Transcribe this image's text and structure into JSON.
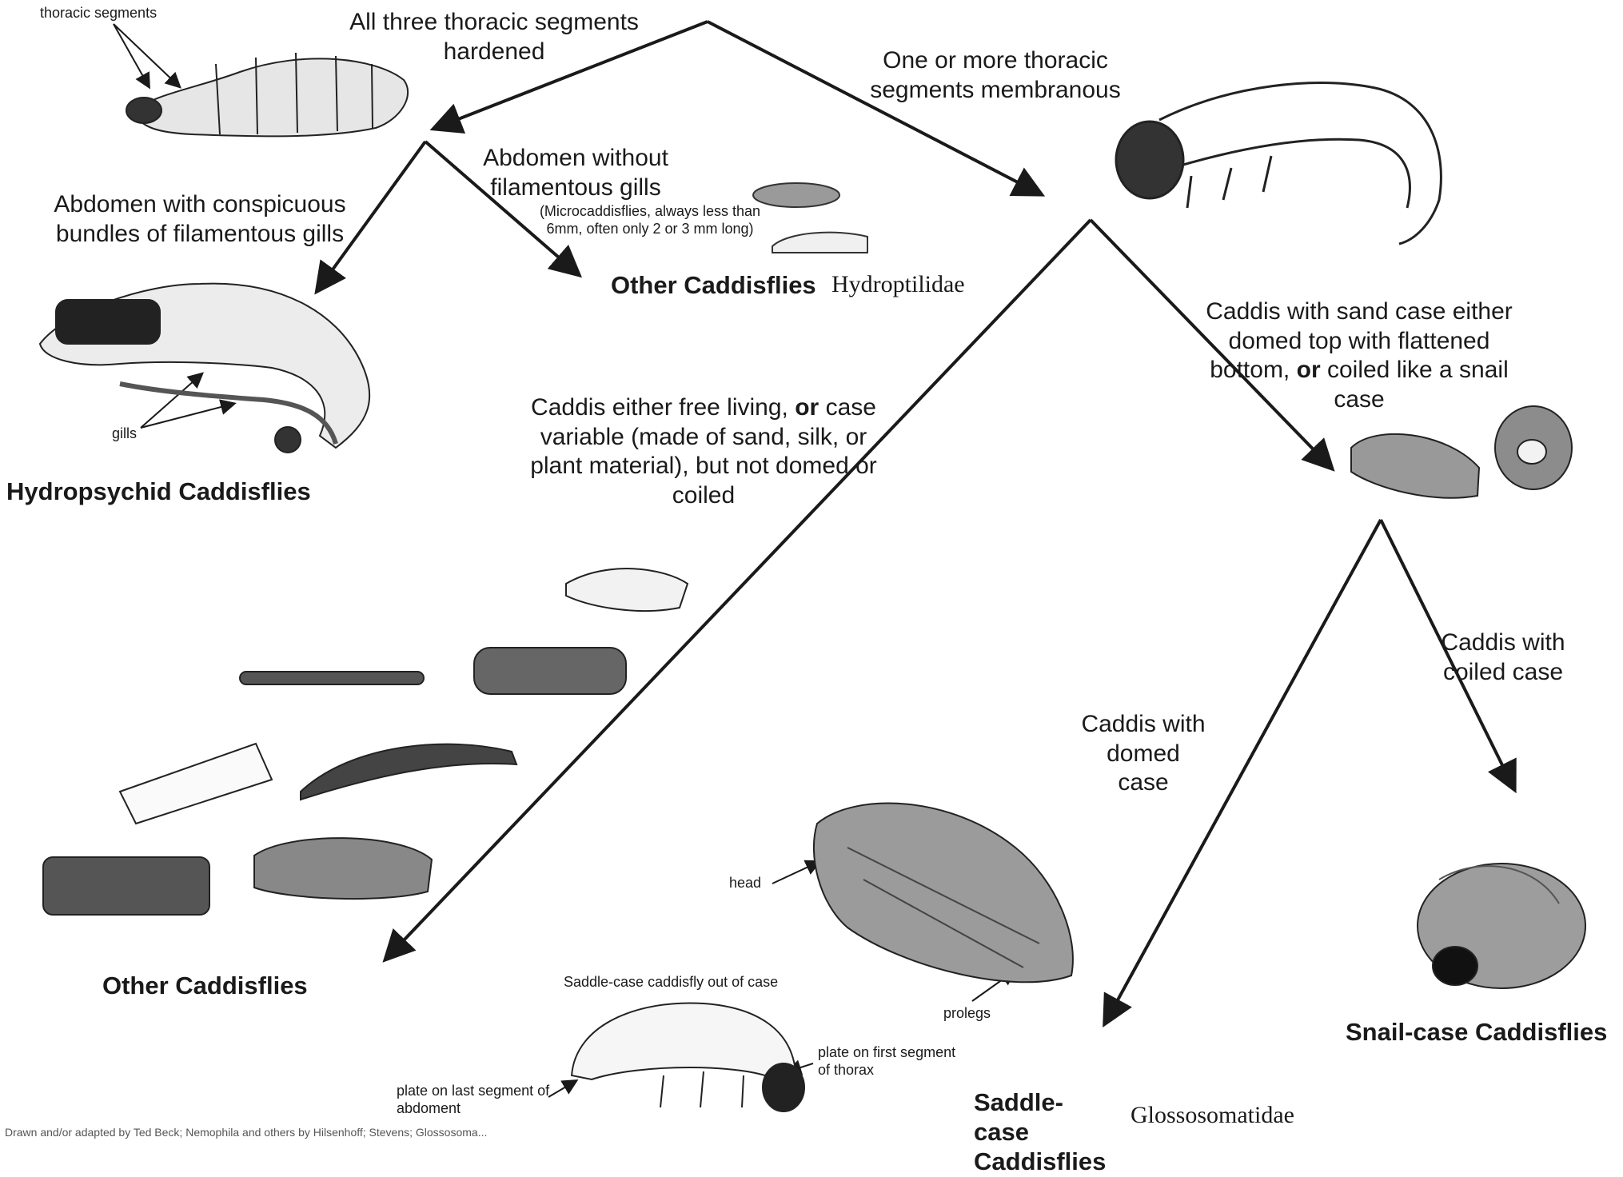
{
  "labels": {
    "top_left_partial": "thoracic segments",
    "all_three_hardened": "All three thoracic segments hardened",
    "one_or_more_membranous": "One or more thoracic segments membranous",
    "abdomen_without_gills": "Abdomen without filamentous gills",
    "microcaddisflies_note": "(Microcaddisflies, always less than 6mm, often only 2 or 3 mm long)",
    "abdomen_with_gills": "Abdomen with conspicuous bundles of filamentous gills",
    "gills": "gills",
    "sand_case_pre": "Caddis with sand case either domed top with flattened bottom,",
    "sand_case_or": "or",
    "sand_case_post": "coiled like a snail case",
    "free_living_pre": "Caddis either free living,",
    "free_living_or": "or",
    "free_living_post": "case variable (made of sand, silk, or plant material), but not domed or coiled",
    "coiled_case": "Caddis with coiled case",
    "domed_case": "Caddis with domed case",
    "head": "head",
    "prolegs": "prolegs",
    "saddle_out_of_case": "Saddle-case caddisfly out of case",
    "plate_first_thorax": "plate on first segment of thorax",
    "plate_last_abdomen": "plate on last segment of abdoment",
    "credit": "Drawn and/or adapted by Ted Beck; Nemophila and others by Hilsenhoff; Stevens; Glossosoma..."
  },
  "titles": {
    "other_caddisflies_top": "Other Caddisflies",
    "hydroptilidae": "Hydroptilidae",
    "hydropsychid": "Hydropsychid Caddisflies",
    "other_caddisflies_bottom": "Other Caddisflies",
    "saddle_case": "Saddle-case Caddisflies",
    "glossosomatidae": "Glossosomatidae",
    "snail_case": "Snail-case Caddisflies"
  }
}
